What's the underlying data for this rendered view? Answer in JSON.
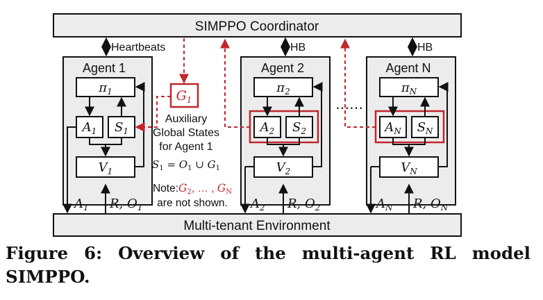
{
  "coordinator": {
    "label": "SIMPPO Coordinator"
  },
  "environment": {
    "label": "Multi-tenant Environment"
  },
  "links": {
    "heartbeats": "Heartbeats",
    "hb_short": "HB"
  },
  "ellipsis": "⋯⋯",
  "agents": [
    {
      "title": "Agent 1",
      "pi": "π",
      "pi_sub": "1",
      "a": "A",
      "a_sub": "1",
      "s": "S",
      "s_sub": "1",
      "v": "V",
      "v_sub": "1",
      "out_action": "A",
      "out_action_sub": "1",
      "in_reward": "R, O",
      "in_reward_sub": "1"
    },
    {
      "title": "Agent 2",
      "pi": "π",
      "pi_sub": "2",
      "a": "A",
      "a_sub": "2",
      "s": "S",
      "s_sub": "2",
      "v": "V",
      "v_sub": "2",
      "out_action": "A",
      "out_action_sub": "2",
      "in_reward": "R, O",
      "in_reward_sub": "2"
    },
    {
      "title": "Agent N",
      "pi": "π",
      "pi_sub": "N",
      "a": "A",
      "a_sub": "N",
      "s": "S",
      "s_sub": "N",
      "v": "V",
      "v_sub": "N",
      "out_action": "A",
      "out_action_sub": "N",
      "in_reward": "R, O",
      "in_reward_sub": "N"
    }
  ],
  "global_state": {
    "label": "G",
    "label_sub": "1",
    "desc": [
      "Auxiliary",
      "Global States",
      "for Agent 1"
    ],
    "eq": {
      "s": "S",
      "s_sub": "1",
      "eq": " = ",
      "o": "O",
      "o_sub": "1",
      "cup": " ∪ ",
      "g": "G",
      "g_sub": "1"
    }
  },
  "note": {
    "prefix": "Note:",
    "g2": "G",
    "g2_sub": "2",
    "mid": ", … , ",
    "gn": "G",
    "gn_sub": "N",
    "line2": "are not shown."
  },
  "caption": "Figure 6: Overview of the multi-agent RL model SIMPPO.",
  "colors": {
    "red": "#c0262d",
    "box_fill": "#ececec",
    "stroke": "#111111"
  }
}
